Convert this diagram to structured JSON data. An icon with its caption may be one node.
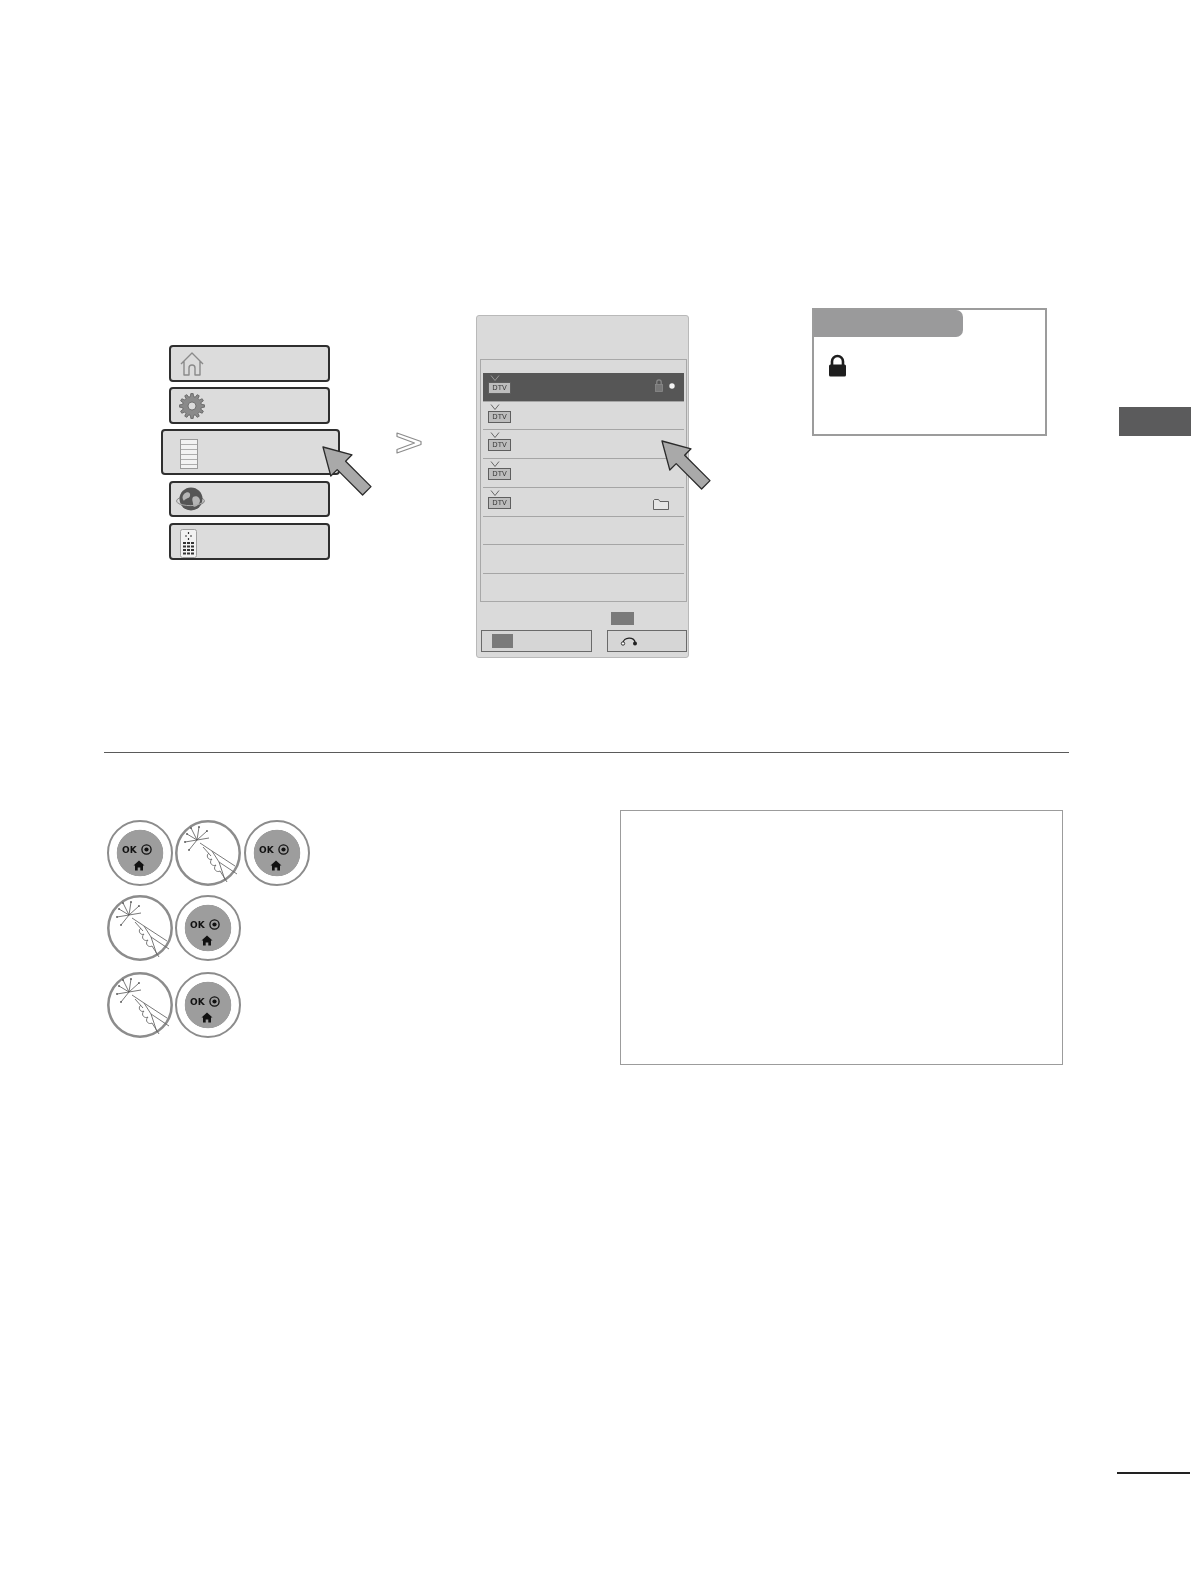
{
  "diagram": {
    "nodes": [
      {
        "text": [],
        "shape": "box"
      },
      {
        "text": [],
        "shape": "box"
      }
    ],
    "labels": [
      "DTV",
      "DTV",
      "DTV",
      "DTV",
      "DTV",
      "OK",
      "OK",
      "OK",
      "OK"
    ]
  }
}
